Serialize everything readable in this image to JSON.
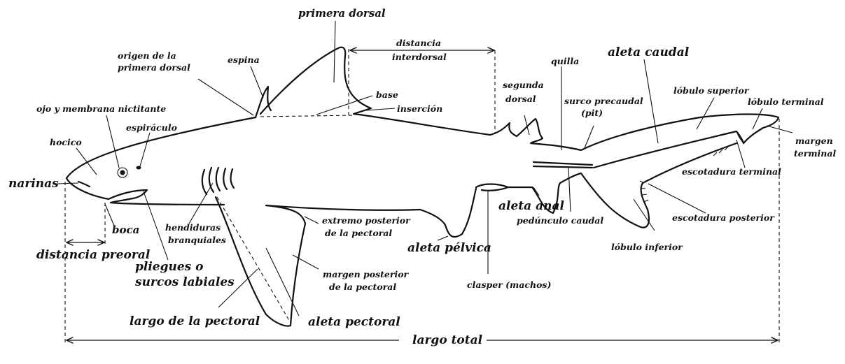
{
  "labels": {
    "primera_dorsal": "primera dorsal",
    "distancia_interdorsal_1": "distancia",
    "distancia_interdorsal_2": "interdorsal",
    "origen_1": "origen de la",
    "origen_2": "primera dorsal",
    "espina": "espina",
    "base": "base",
    "insercion": "inserción",
    "quilla": "quilla",
    "aleta_caudal": "aleta caudal",
    "segunda_dorsal_1": "segunda",
    "segunda_dorsal_2": "dorsal",
    "surco_precaudal_1": "surco precaudal",
    "surco_precaudal_2": "(pit)",
    "lobulo_superior": "lóbulo superior",
    "lobulo_terminal": "lóbulo terminal",
    "margen_terminal_1": "margen",
    "margen_terminal_2": "terminal",
    "ojo": "ojo y membrana nictitante",
    "espiraculo": "espiráculo",
    "hocico": "hocico",
    "narinas": "narinas",
    "boca": "boca",
    "distancia_preoral": "distancia preoral",
    "pliegues_1": "pliegues o",
    "pliegues_2": "surcos labiales",
    "hendiduras_1": "hendiduras",
    "hendiduras_2": "branquiales",
    "extremo_posterior_1": "extremo posterior",
    "extremo_posterior_2": "de la pectoral",
    "aleta_pelvica": "aleta pélvica",
    "aleta_anal": "aleta anal",
    "pedunculo_caudal": "pedúnculo caudal",
    "escotadura_terminal": "escotadura terminal",
    "escotadura_posterior": "escotadura posterior",
    "lobulo_inferior": "lóbulo inferior",
    "margen_posterior_1": "margen posterior",
    "margen_posterior_2": "de la pectoral",
    "clasper": "clasper (machos)",
    "largo_pectoral": "largo de la pectoral",
    "aleta_pectoral": "aleta pectoral",
    "largo_total": "largo total"
  }
}
